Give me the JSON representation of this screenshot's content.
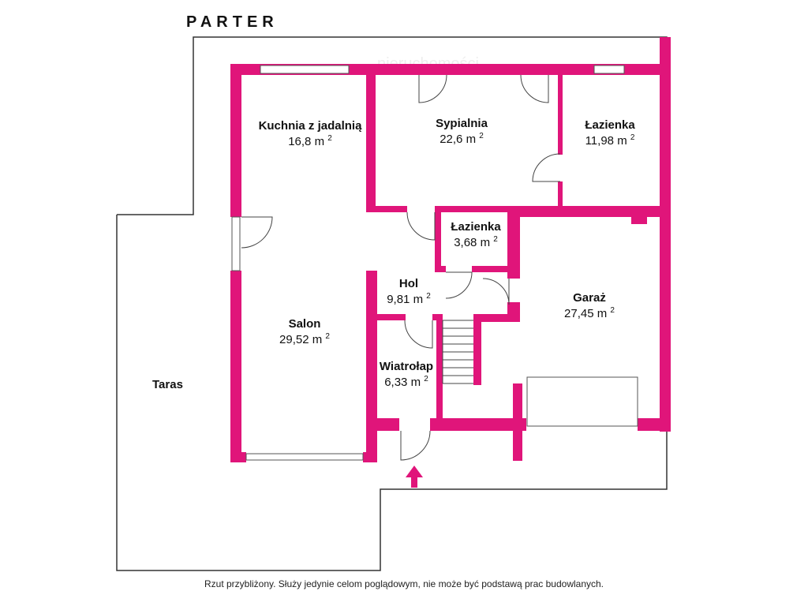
{
  "title": "PARTER",
  "watermark": "nieruchomości",
  "terrace_label": "Taras",
  "area_unit": "m",
  "area_exp": "2",
  "rooms": [
    {
      "id": "kuchnia",
      "name": "Kuchnia z jadalnią",
      "area": "16,8"
    },
    {
      "id": "sypialnia",
      "name": "Sypialnia",
      "area": "22,6"
    },
    {
      "id": "lazienka-1",
      "name": "Łazienka",
      "area": "11,98"
    },
    {
      "id": "lazienka-2",
      "name": "Łazienka",
      "area": "3,68"
    },
    {
      "id": "hol",
      "name": "Hol",
      "area": "9,81"
    },
    {
      "id": "salon",
      "name": "Salon",
      "area": "29,52"
    },
    {
      "id": "wiatrolap",
      "name": "Wiatrołap",
      "area": "6,33"
    },
    {
      "id": "garaz",
      "name": "Garaż",
      "area": "27,45"
    }
  ],
  "colors": {
    "wall": "#e0157a",
    "outline": "#333333"
  },
  "footer": "Rzut przybliżony. Służy jedynie celom poglądowym, nie może być podstawą prac budowlanych."
}
